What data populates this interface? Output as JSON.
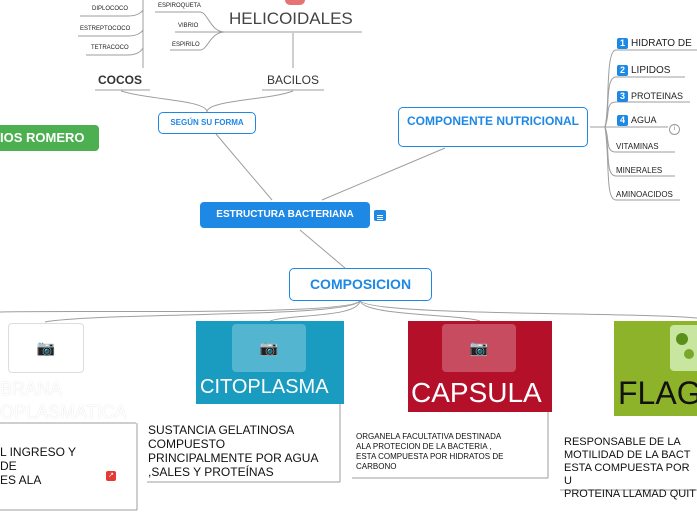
{
  "left_branch": {
    "cocos": {
      "label": "COCOS",
      "items": [
        "DIPLOCOCO",
        "ESTREPTOCOCO",
        "TETRACOCO"
      ]
    },
    "bacilos": {
      "label": "BACILOS"
    },
    "helicoidales": {
      "label": "HELICOIDALES",
      "items": [
        "ESPIROQUETA",
        "VIBRIO",
        "ESPIRILO"
      ]
    },
    "segun_forma": "SEGÚN SU FORMA"
  },
  "author_label": "IOS ROMERO",
  "center": "ESTRUCTURA BACTERIANA",
  "componente": {
    "label": "COMPONENTE NUTRICIONAL",
    "items": [
      {
        "num": "1",
        "text": "HIDRATO DE"
      },
      {
        "num": "2",
        "text": "LIPIDOS"
      },
      {
        "num": "3",
        "text": "PROTEINAS"
      },
      {
        "num": "4",
        "text": "AGUA"
      },
      {
        "num": "",
        "text": "VITAMINAS"
      },
      {
        "num": "",
        "text": "MINERALES"
      },
      {
        "num": "",
        "text": "AMINOACIDOS"
      }
    ]
  },
  "composicion": {
    "label": "COMPOSICION",
    "membrana": {
      "title_line1": "BRANA",
      "title_line2": "OPLASMATICA",
      "desc": [
        "L INGRESO Y",
        " DE",
        "ES ALA"
      ]
    },
    "citoplasma": {
      "title": "CITOPLASMA",
      "desc": [
        "SUSTANCIA GELATINOSA",
        "COMPUESTO",
        "PRINCIPALMENTE POR AGUA",
        ",SALES Y PROTEÍNAS"
      ]
    },
    "capsula": {
      "title": "CAPSULA",
      "desc": [
        "ORGANELA FACULTATIVA DESTINADA",
        "ALA PROTECION DE LA BACTERIA ,",
        "ESTA COMPUESTA POR HIDRATOS DE",
        "CARBONO"
      ]
    },
    "flagelo": {
      "title": "FLAG",
      "desc": [
        "RESPONSABLE DE LA",
        "MOTILIDAD DE LA BACT",
        "ESTA COMPUESTA POR U",
        "PROTEINA LLAMAD QUIT"
      ]
    }
  },
  "colors": {
    "blue": "#1e88e5",
    "teal": "#1a9cc0",
    "crimson": "#b5102a",
    "olive": "#8db32a",
    "green": "#4caf50"
  }
}
